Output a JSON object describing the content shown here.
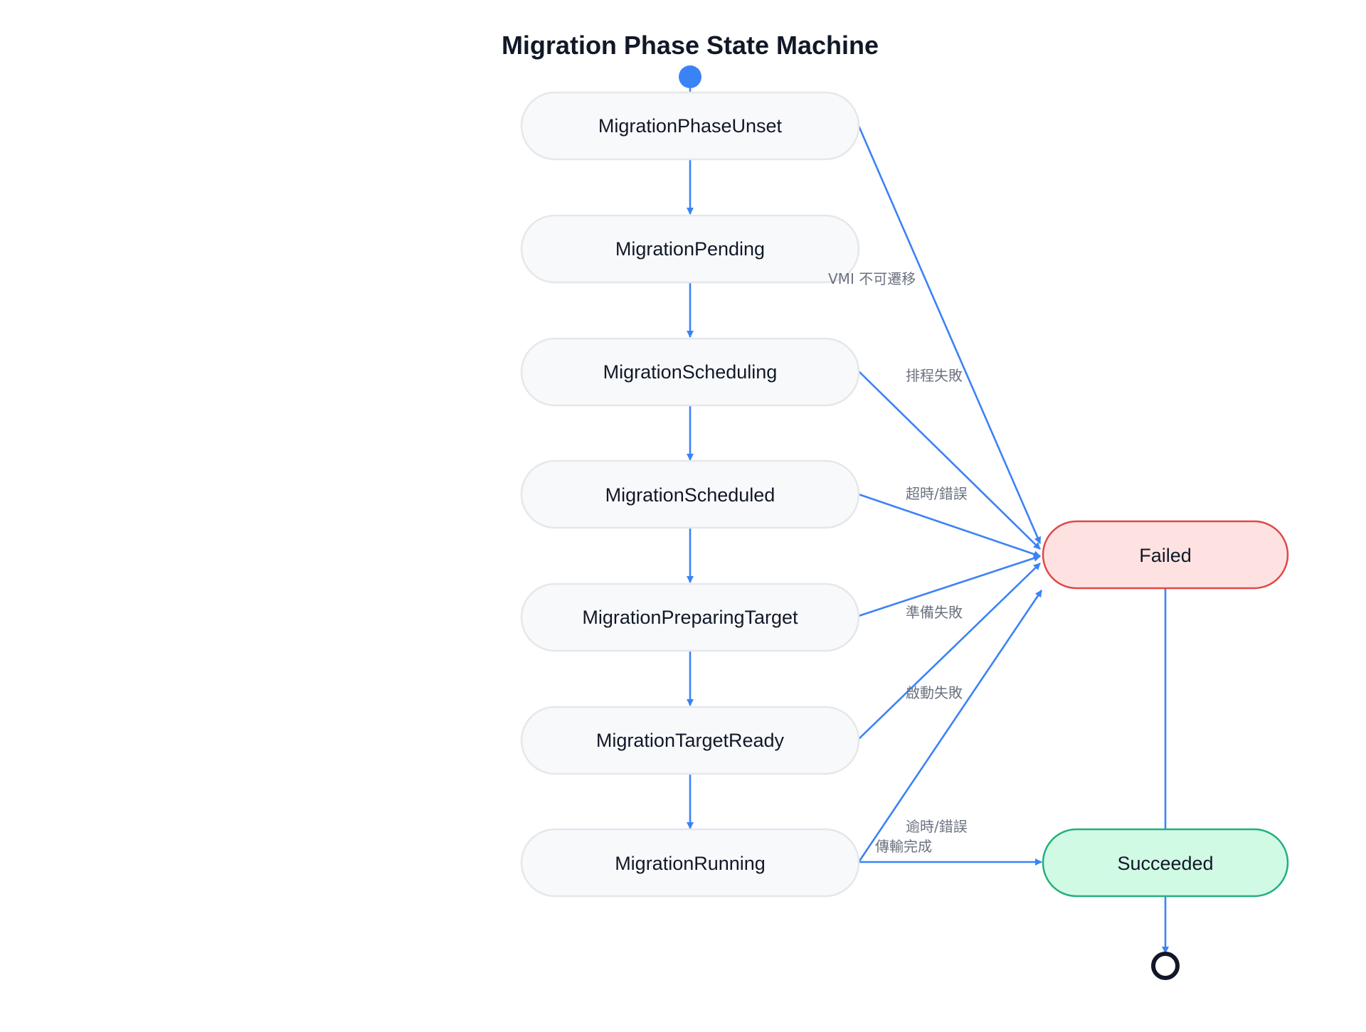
{
  "title": "Migration Phase State Machine",
  "colors": {
    "edge": "#3b82f6",
    "state_fill": "#f8f9fb",
    "state_stroke": "#e5e7eb",
    "failed_fill": "#fee2e2",
    "failed_stroke": "#e04848",
    "succeeded_fill": "#d1fae5",
    "succeeded_stroke": "#22b07d",
    "start_dot": "#3b82f6",
    "end_ring": "#111827"
  },
  "states": {
    "unset": "MigrationPhaseUnset",
    "pending": "MigrationPending",
    "scheduling": "MigrationScheduling",
    "scheduled": "MigrationScheduled",
    "preparing": "MigrationPreparingTarget",
    "target_ready": "MigrationTargetReady",
    "running": "MigrationRunning",
    "failed": "Failed",
    "succeeded": "Succeeded"
  },
  "edge_labels": {
    "unset_failed": "VMI 不可遷移",
    "scheduling_failed": "排程失敗",
    "scheduled_failed": "超時/錯誤",
    "preparing_failed": "準備失敗",
    "target_ready_failed": "啟動失敗",
    "running_failed": "逾時/錯誤",
    "running_succeeded": "傳輸完成"
  }
}
